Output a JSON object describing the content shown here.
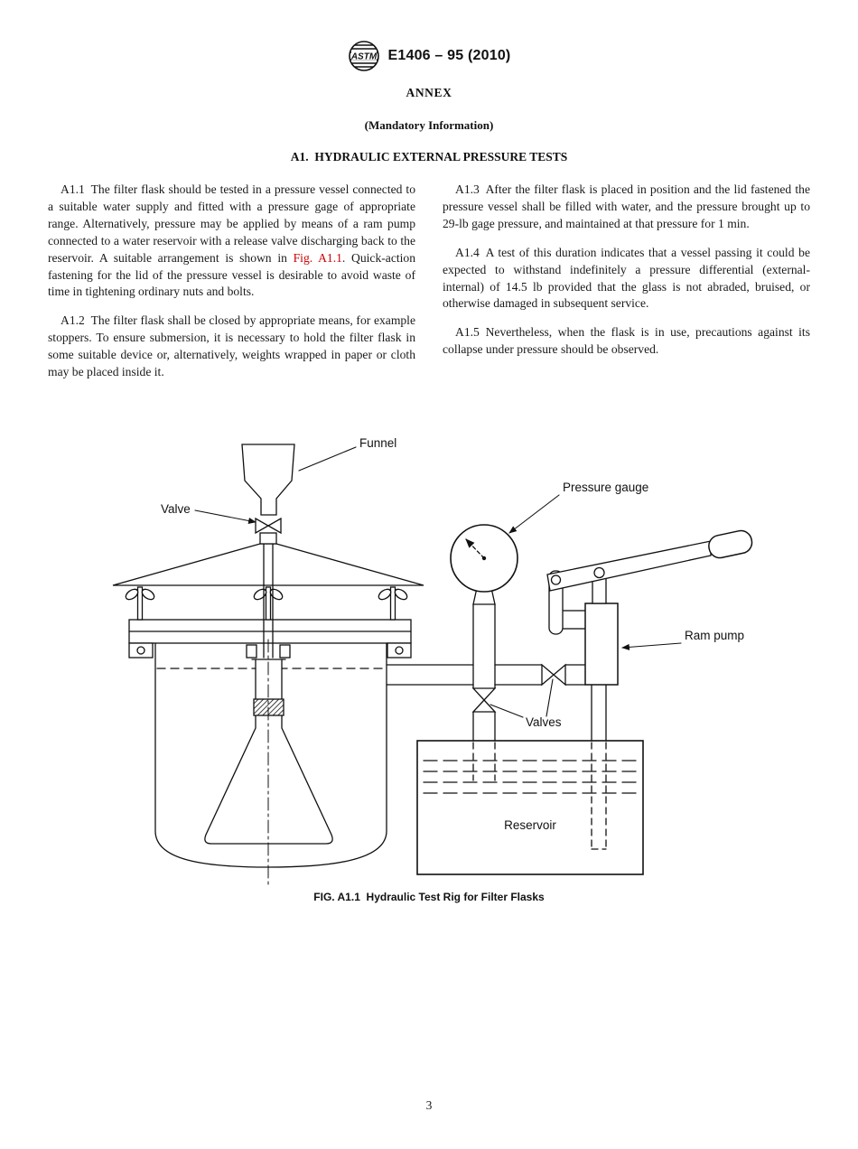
{
  "header": {
    "logo_text": "ASTM",
    "designation": "E1406 – 95 (2010)"
  },
  "annex": {
    "title": "ANNEX",
    "subtitle": "(Mandatory Information)",
    "section_heading": "A1.  HYDRAULIC EXTERNAL PRESSURE TESTS"
  },
  "body": {
    "a1_1_pre": "A1.1 The filter flask should be tested in a pressure vessel connected to a suitable water supply and fitted with a pressure gage of appropriate range. Alternatively, pressure may be applied by means of a ram pump connected to a water reservoir with a release valve discharging back to the reservoir. A suitable arrangement is shown in ",
    "a1_1_link": "Fig. A1.1",
    "a1_1_post": ". Quick-action fastening for the lid of the pressure vessel is desirable to avoid waste of time in tightening ordinary nuts and bolts.",
    "a1_2": "A1.2 The filter flask shall be closed by appropriate means, for example stoppers. To ensure submersion, it is necessary to hold the filter flask in some suitable device or, alternatively, weights wrapped in paper or cloth may be placed inside it.",
    "a1_3": "A1.3 After the filter flask is placed in position and the lid fastened the pressure vessel shall be filled with water, and the pressure brought up to 29-lb gage pressure, and maintained at that pressure for 1 min.",
    "a1_4": "A1.4 A test of this duration indicates that a vessel passing it could be expected to withstand indefinitely a pressure differential (external-internal) of 14.5 lb provided that the glass is not abraded, bruised, or otherwise damaged in subsequent service.",
    "a1_5": "A1.5 Nevertheless, when the flask is in use, precautions against its collapse under pressure should be observed."
  },
  "figure": {
    "caption": "FIG. A1.1  Hydraulic Test Rig for Filter Flasks",
    "labels": {
      "funnel": "Funnel",
      "valve": "Valve",
      "pressure_gauge": "Pressure gauge",
      "ram_pump": "Ram pump",
      "valves": "Valves",
      "reservoir": "Reservoir"
    }
  },
  "page": {
    "number": "3"
  },
  "colors": {
    "link": "#cc0000",
    "ink": "#1a1a1a"
  }
}
